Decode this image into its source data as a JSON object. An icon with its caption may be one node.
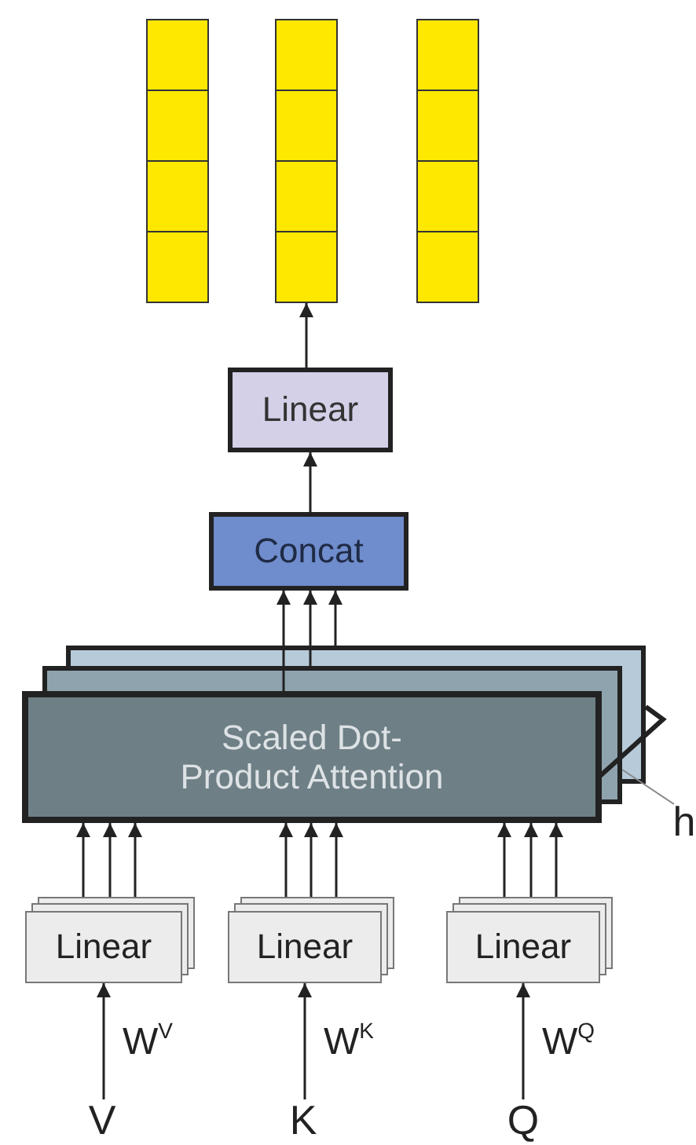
{
  "diagram": {
    "nodes": [
      {
        "text": [],
        "shape": "bar"
      },
      {
        "text": [],
        "shape": "bar"
      },
      {
        "text": [],
        "shape": "bar"
      },
      {
        "text": [
          "Linear"
        ]
      },
      {
        "text": [
          "Concat"
        ]
      },
      {
        "text": [
          "Scaled Dot-Product Attention"
        ]
      },
      {
        "text": [
          "Linear"
        ]
      },
      {
        "text": [
          "Linear"
        ]
      },
      {
        "text": [
          "Linear"
        ]
      },
      {
        "text": [
          "V"
        ]
      },
      {
        "text": [
          "K"
        ]
      },
      {
        "text": [
          "Q"
        ]
      },
      {
        "text": [
          "h"
        ]
      }
    ],
    "edges": [
      {
        "from": 3,
        "to": 1,
        "arrow": "to"
      },
      {
        "from": 4,
        "to": 3,
        "arrow": "to"
      },
      {
        "from": 5,
        "to": 4,
        "arrow": "to"
      },
      {
        "from": 5,
        "to": 4,
        "arrow": "to"
      },
      {
        "from": 5,
        "to": 4,
        "arrow": "to"
      },
      {
        "from": 6,
        "to": 5,
        "arrow": "to"
      },
      {
        "from": 6,
        "to": 5,
        "arrow": "to"
      },
      {
        "from": 6,
        "to": 5,
        "arrow": "to"
      },
      {
        "from": 7,
        "to": 5,
        "arrow": "to"
      },
      {
        "from": 7,
        "to": 5,
        "arrow": "to"
      },
      {
        "from": 7,
        "to": 5,
        "arrow": "to"
      },
      {
        "from": 8,
        "to": 5,
        "arrow": "to"
      },
      {
        "from": 8,
        "to": 5,
        "arrow": "to"
      },
      {
        "from": 8,
        "to": 5,
        "arrow": "to"
      },
      {
        "from": 9,
        "to": 6,
        "arrow": "to",
        "label": "W$^{V}$"
      },
      {
        "from": 10,
        "to": 7,
        "arrow": "to",
        "label": "W$^{K}$"
      },
      {
        "from": 11,
        "to": 8,
        "arrow": "to",
        "label": "W$^{Q}$"
      },
      {
        "from": 12,
        "to": 5,
        "arrow": "none",
        "color": "#888888"
      }
    ]
  }
}
